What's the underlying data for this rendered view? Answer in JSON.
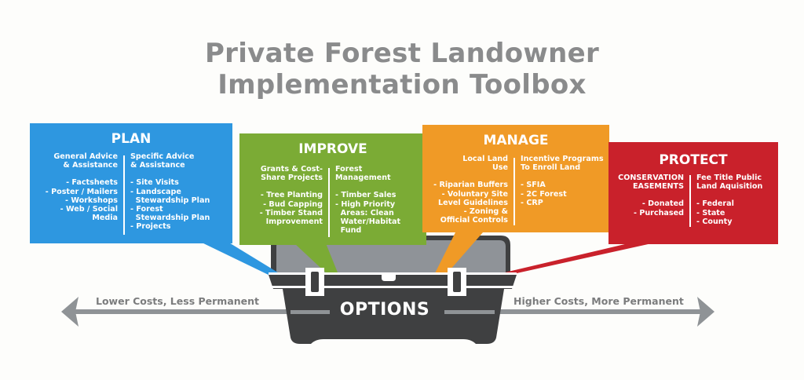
{
  "title": {
    "line1": "Private Forest Landowner",
    "line2": "Implementation Toolbox"
  },
  "colors": {
    "plan": "#2e97e0",
    "improve": "#7bab35",
    "manage": "#f09a26",
    "protect": "#c9212b",
    "toolbox": "#3f4041",
    "toolbox_inner": "#8f9398",
    "arrow": "#8f9396",
    "title": "#8a8b8c"
  },
  "sections": [
    {
      "heading": "PLAN",
      "left": {
        "header": "General Advice\n& Assistance",
        "items": "- Factsheets\n- Poster / Mailers\n- Workshops\n- Web / Social\nMedia"
      },
      "right": {
        "header": "Specific Advice\n& Assistance",
        "items": "- Site Visits\n- Landscape\n  Stewardship Plan\n- Forest\n  Stewardship Plan\n- Projects"
      }
    },
    {
      "heading": "IMPROVE",
      "left": {
        "header": "Grants & Cost-\nShare Projects",
        "items": "- Tree Planting\n- Bud Capping\n- Timber Stand\nImprovement"
      },
      "right": {
        "header": "Forest\nManagement",
        "items": "- Timber Sales\n- High Priority\n  Areas: Clean\n  Water/Habitat\n  Fund"
      }
    },
    {
      "heading": "MANAGE",
      "left": {
        "header": "Local Land\nUse",
        "items": "- Riparian Buffers\n- Voluntary Site\nLevel Guidelines\n- Zoning &\nOfficial Controls"
      },
      "right": {
        "header": "Incentive Programs\nTo Enroll Land",
        "items": "- SFIA\n- 2C Forest\n- CRP"
      }
    },
    {
      "heading": "PROTECT",
      "left": {
        "header": "CONSERVATION\nEASEMENTS",
        "items": "- Donated\n- Purchased"
      },
      "right": {
        "header": "Fee Title Public\nLand Aquisition",
        "items": "- Federal\n- State\n- County"
      }
    }
  ],
  "toolbox": {
    "label": "OPTIONS"
  },
  "axis": {
    "left_label": "Lower Costs, Less Permanent",
    "right_label": "Higher Costs, More Permanent"
  }
}
